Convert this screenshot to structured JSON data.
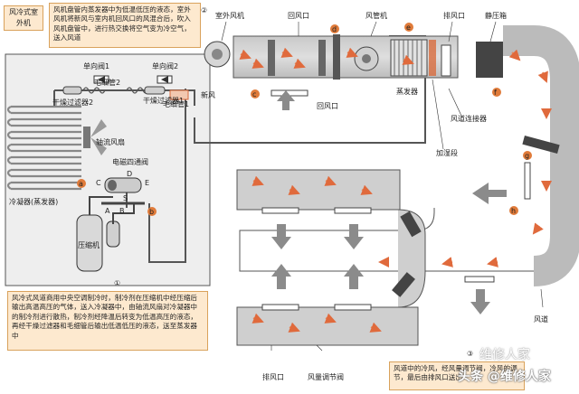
{
  "labels": {
    "outdoor_unit": "风冷式室外机",
    "check_valve_1": "单向阀1",
    "check_valve_2": "单向阀2",
    "capillary_1": "毛细管1",
    "capillary_2": "毛细管2",
    "dryer_filter_1": "干燥过滤器1",
    "dryer_filter_2": "干燥过滤器2",
    "axial_fan": "轴流风扇",
    "solenoid_valve": "电磁四通阀",
    "condenser": "冷凝器(蒸发器)",
    "compressor": "压缩机",
    "outdoor_fan": "室外风机",
    "fresh_air": "新风",
    "return_air_top": "回风口",
    "return_air_mid": "回风口",
    "fan_coil": "风管机",
    "exhaust_top": "排风口",
    "plenum": "静压箱",
    "evaporator": "蒸发器",
    "humidifier": "加湿段",
    "duct_connector": "风道连接器",
    "duct": "风道",
    "exhaust_bottom": "排风口",
    "damper": "风量调节阀",
    "num_1": "①",
    "num_2": "②",
    "num_3": "③",
    "letters": [
      "a",
      "b",
      "c",
      "d",
      "e",
      "f",
      "g",
      "h"
    ],
    "valve_letters": [
      "D",
      "C",
      "E",
      "S",
      "A",
      "B"
    ]
  },
  "notes": {
    "top": "风机盘管内蒸发器中为低温低压的液态，室外风机将新风与室内机回风口的风混合后，吹入风机盘管中，进行热交换将空气变为冷空气，送入风道",
    "bottom_left": "风冷式风道商用中央空调制冷时，制冷剂在压缩机中经压缩后输出高温高压的气体，送入冷凝器中，由轴流风扇对冷凝器中的制冷剂进行散热，制冷剂经降温后转变为低温高压的液态，再经干燥过滤器和毛细管后输出低温低压的液态，送至蒸发器中",
    "bottom_right": "风道中的冷风，经风量调节阀，冷风的调节，最后由排风口送出"
  },
  "watermark": {
    "brand": "头条 @维修人家",
    "faint": "维修人家"
  }
}
